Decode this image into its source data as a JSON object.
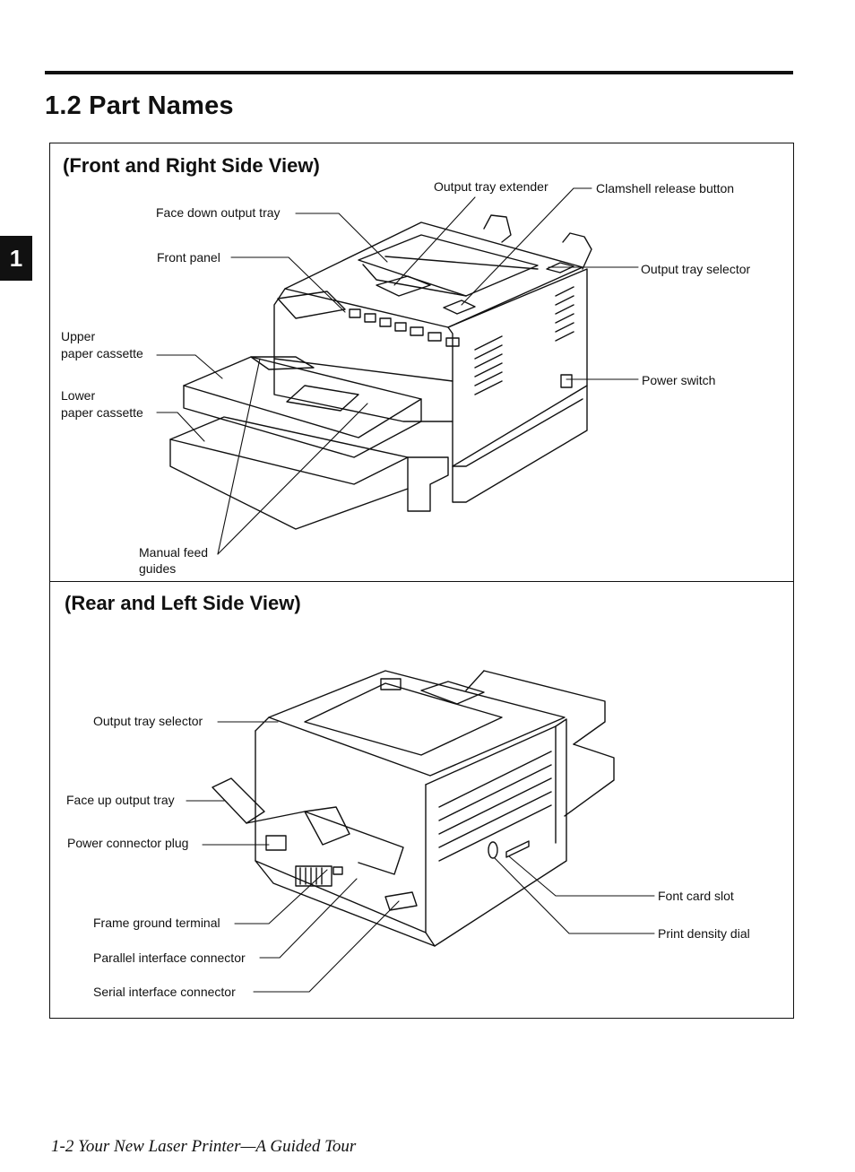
{
  "chapter_tab": "1",
  "section_title": "1.2 Part Names",
  "front_view": {
    "title": "(Front and Right Side View)",
    "labels": {
      "output_tray_extender": "Output tray extender",
      "clamshell_release_button": "Clamshell release button",
      "face_down_output_tray": "Face down output tray",
      "front_panel": "Front panel",
      "output_tray_selector": "Output tray selector",
      "upper_paper_cassette_1": "Upper",
      "upper_paper_cassette_2": "paper cassette",
      "power_switch": "Power switch",
      "lower_paper_cassette_1": "Lower",
      "lower_paper_cassette_2": "paper cassette",
      "manual_feed_1": "Manual feed",
      "manual_feed_2": "guides"
    }
  },
  "rear_view": {
    "title": "(Rear and Left Side View)",
    "labels": {
      "output_tray_selector": "Output tray selector",
      "face_up_output_tray": "Face up output tray",
      "power_connector_plug": "Power connector plug",
      "font_card_slot": "Font card slot",
      "print_density_dial": "Print density dial",
      "frame_ground_terminal": "Frame ground terminal",
      "parallel_interface_connector": "Parallel interface connector",
      "serial_interface_connector": "Serial interface connector"
    }
  },
  "footer": "1-2   Your New Laser Printer—A Guided Tour"
}
